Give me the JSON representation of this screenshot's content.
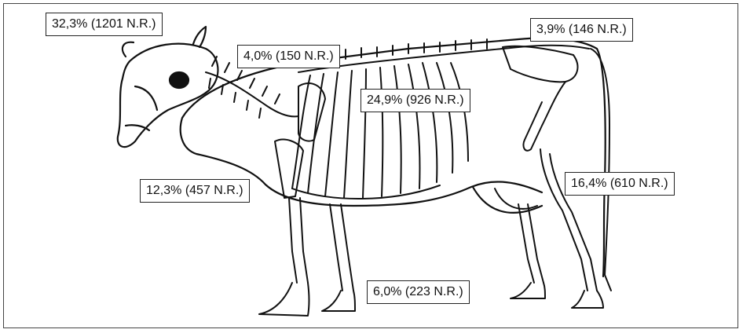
{
  "diagram": {
    "regions": [
      {
        "id": "head",
        "label": "32,3% (1201 N.R.)"
      },
      {
        "id": "neck",
        "label": "4,0% (150 N.R.)"
      },
      {
        "id": "thorax",
        "label": "24,9% (926 N.R.)"
      },
      {
        "id": "back",
        "label": "3,9% (146 N.R.)"
      },
      {
        "id": "forelimb",
        "label": "12,3% (457 N.R.)"
      },
      {
        "id": "hindlimb",
        "label": "16,4% (610 N.R.)"
      },
      {
        "id": "feet",
        "label": "6,0% (223 N.R.)"
      }
    ]
  },
  "colors": {
    "ink": "#111111",
    "frame": "#444444",
    "background": "#ffffff"
  }
}
